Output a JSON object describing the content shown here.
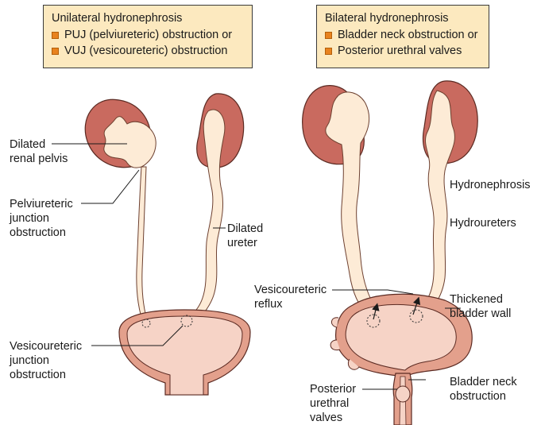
{
  "left_box": {
    "title": "Unilateral hydronephrosis",
    "items": [
      "PUJ (pelviureteric) obstruction or",
      "VUJ (vesicoureteric) obstruction"
    ]
  },
  "right_box": {
    "title": "Bilateral hydronephrosis",
    "items": [
      "Bladder neck obstruction or",
      "Posterior urethral valves"
    ]
  },
  "labels": {
    "dilated_renal_pelvis": [
      "Dilated",
      "renal pelvis"
    ],
    "pelviureteric_junction": [
      "Pelviureteric",
      "junction",
      "obstruction"
    ],
    "dilated_ureter": [
      "Dilated",
      "ureter"
    ],
    "vesicoureteric_junction": [
      "Vesicoureteric",
      "junction",
      "obstruction"
    ],
    "hydronephrosis": "Hydronephrosis",
    "hydroureters": "Hydroureters",
    "vesicoureteric_reflux": [
      "Vesicoureteric",
      "reflux"
    ],
    "thickened_bladder_wall": [
      "Thickened",
      "bladder wall"
    ],
    "posterior_urethral_valves": [
      "Posterior",
      "urethral",
      "valves"
    ],
    "bladder_neck_obstruction": [
      "Bladder neck",
      "obstruction"
    ]
  },
  "colors": {
    "kidney": "#c96a5f",
    "fluid": "#fdebd6",
    "bladder_wall": "#e3a08c",
    "bladder_inner": "#f6d3c6",
    "bullet": "#e8821e",
    "box_fill": "#fce9bf"
  }
}
